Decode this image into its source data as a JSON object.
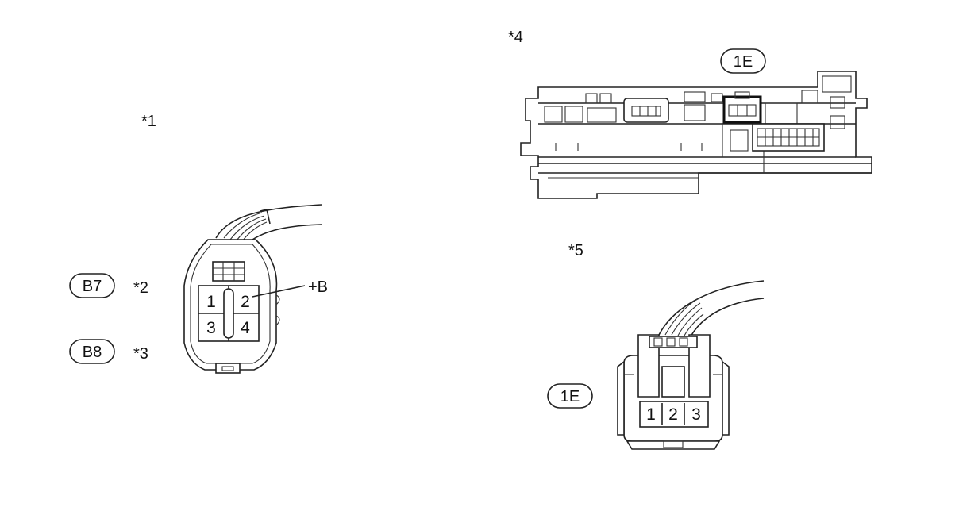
{
  "callouts": {
    "c1": "*1",
    "c2": "*2",
    "c3": "*3",
    "c4": "*4",
    "c5": "*5"
  },
  "connectors": {
    "b7": "B7",
    "b8": "B8",
    "e1_top": "1E",
    "e1_bottom": "1E"
  },
  "left_connector_pins": [
    "1",
    "2",
    "3",
    "4"
  ],
  "terminal_label": "+B",
  "right_connector_pins": [
    "1",
    "2",
    "3"
  ]
}
